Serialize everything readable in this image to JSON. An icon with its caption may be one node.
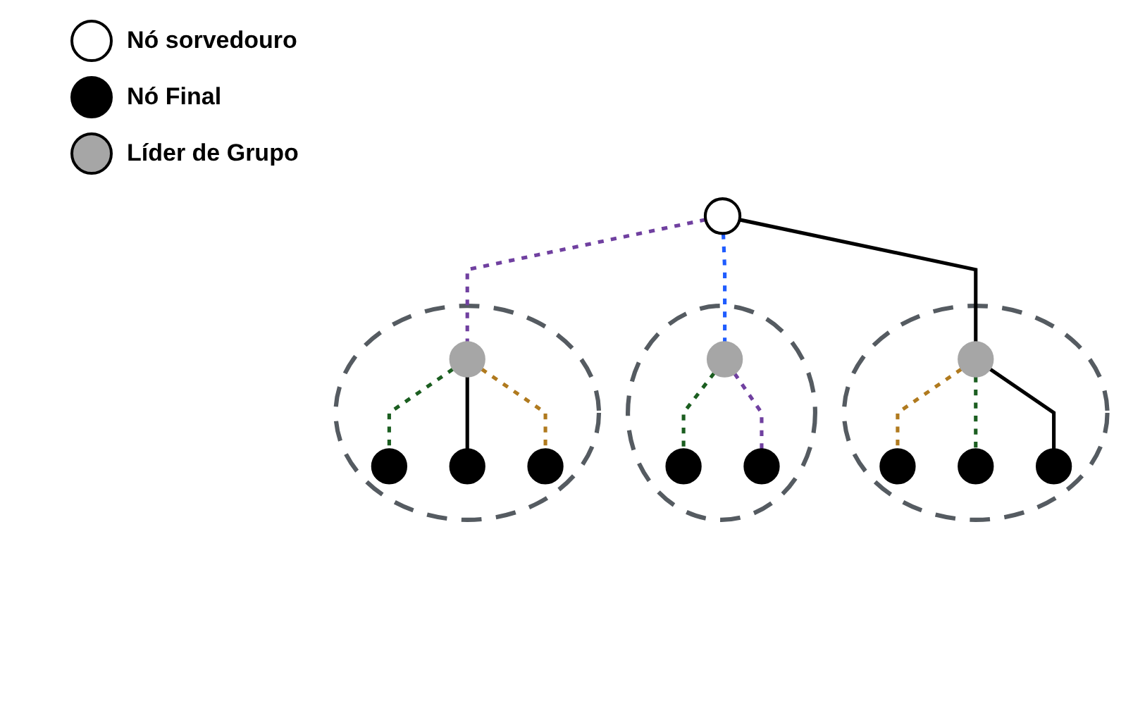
{
  "diagram": {
    "nodes": [
      {
        "text": [],
        "shape": "circle"
      },
      {
        "text": [],
        "shape": "circle"
      },
      {
        "text": [],
        "shape": "circle",
        "in": 1
      },
      {
        "text": [],
        "shape": "circle",
        "in": 1
      },
      {
        "text": [],
        "shape": "circle",
        "in": 1
      },
      {
        "text": [],
        "shape": "circle",
        "in": 1
      },
      {
        "text": [],
        "shape": "circle"
      },
      {
        "text": [],
        "shape": "circle",
        "in": 6
      },
      {
        "text": [],
        "shape": "circle",
        "in": 6
      },
      {
        "text": [],
        "shape": "circle",
        "in": 6
      },
      {
        "text": [],
        "shape": "circle"
      },
      {
        "text": [],
        "shape": "circle",
        "in": 10
      },
      {
        "text": [],
        "shape": "circle",
        "in": 10
      },
      {
        "text": [],
        "shape": "circle",
        "in": 10
      },
      {
        "text": [],
        "shape": "circle",
        "in": 10
      }
    ],
    "edges": [
      {
        "from": 0,
        "to": 2,
        "arrow": "none",
        "style": "dashed",
        "color": "#7040a0"
      },
      {
        "from": 0,
        "to": 7,
        "arrow": "none",
        "style": "dashed",
        "color": "#1f5cff"
      },
      {
        "from": 0,
        "to": 11,
        "arrow": "none"
      },
      {
        "from": 2,
        "to": 3,
        "arrow": "none",
        "style": "dashed",
        "color": "#1b5e20"
      },
      {
        "from": 2,
        "to": 4,
        "arrow": "none"
      },
      {
        "from": 2,
        "to": 5,
        "arrow": "none",
        "style": "dashed",
        "color": "#b07a1e"
      },
      {
        "from": 7,
        "to": 8,
        "arrow": "none",
        "style": "dashed",
        "color": "#1b5e20"
      },
      {
        "from": 7,
        "to": 9,
        "arrow": "none",
        "style": "dashed",
        "color": "#7040a0"
      },
      {
        "from": 11,
        "to": 12,
        "arrow": "none",
        "style": "dashed",
        "color": "#b07a1e"
      },
      {
        "from": 11,
        "to": 13,
        "arrow": "none",
        "style": "dashed",
        "color": "#1b5e20"
      },
      {
        "from": 11,
        "to": 14,
        "arrow": "none"
      }
    ],
    "legend": [
      {
        "text": "Nó sorvedouro",
        "color": "#ffffff"
      },
      {
        "text": "Nó Final",
        "color": "#000000"
      },
      {
        "text": "Líder de Grupo",
        "color": "#a6a6a6"
      }
    ]
  }
}
